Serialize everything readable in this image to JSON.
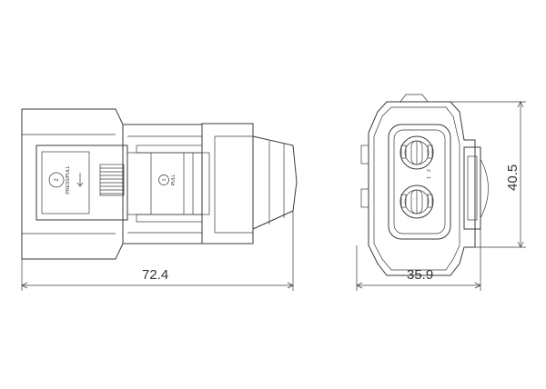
{
  "dimensions": {
    "side_length": "72.4",
    "front_width": "35.9",
    "front_height": "40.5"
  },
  "labels": {
    "press_pull": "PRESS/PULL",
    "pull": "PULL",
    "step_two": "2",
    "step_one": "1",
    "pin_two": "2",
    "pin_one": "1"
  },
  "colors": {
    "line": "#3a3a3a",
    "text": "#333333",
    "background": "#ffffff"
  }
}
